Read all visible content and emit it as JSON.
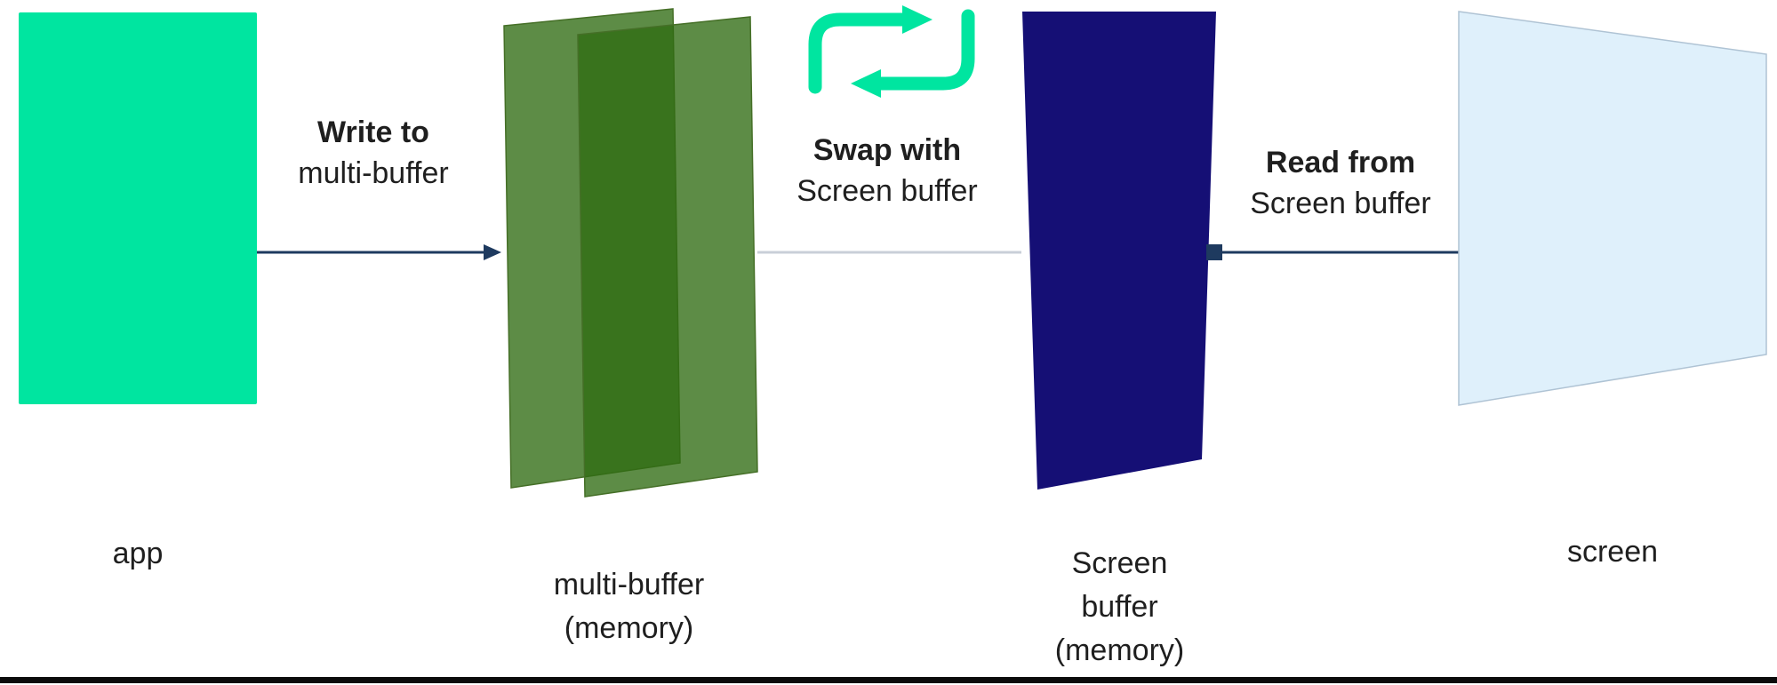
{
  "colors": {
    "green": "#00E5A0",
    "sheet_green": "#2F6B12",
    "sheet_stroke": "#456F27",
    "navy": "#150F75",
    "screen_blue": "#DFF0FB",
    "screen_border": "#AFC3D4",
    "arrow": "#1E3A5F",
    "connector": "#C9CFD8",
    "baseline": "#0B0B0B"
  },
  "nodes": {
    "app": {
      "label": "app"
    },
    "multi_buffer": {
      "line1": "multi-buffer",
      "line2": "(memory)"
    },
    "screen_buffer": {
      "line1": "Screen",
      "line2": "buffer",
      "line3": "(memory)"
    },
    "screen": {
      "label": "screen"
    }
  },
  "edges": {
    "write": {
      "bold": "Write to",
      "rest": "multi-buffer"
    },
    "swap": {
      "bold": "Swap with",
      "rest": "Screen buffer"
    },
    "read": {
      "bold": "Read from",
      "rest": "Screen buffer"
    }
  },
  "icons": {
    "swap": "swap-loop-icon"
  }
}
